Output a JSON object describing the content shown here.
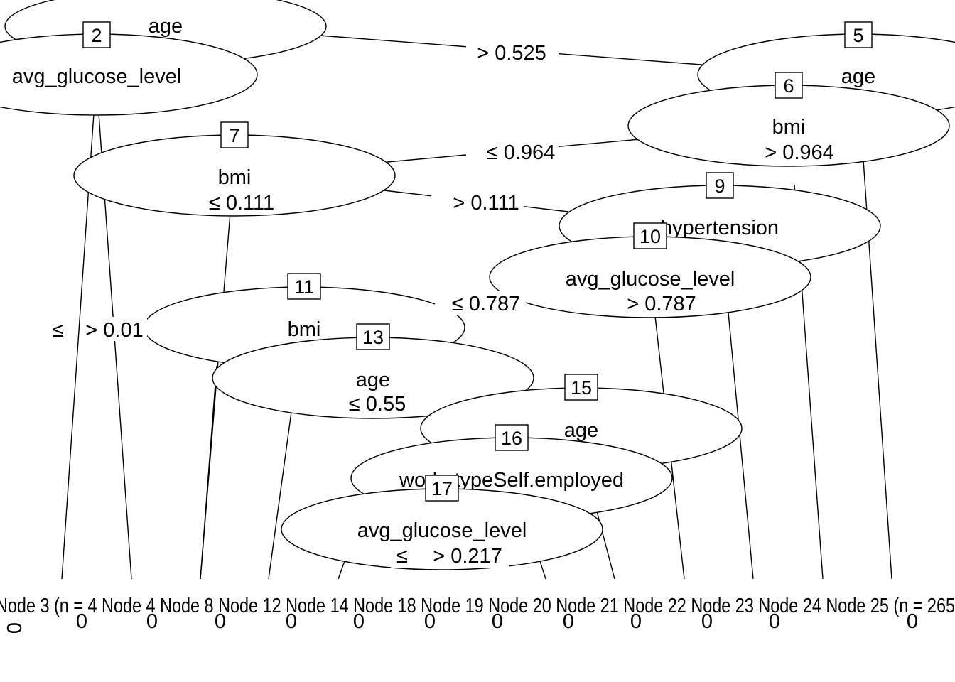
{
  "nodes": {
    "n1": {
      "label": "age"
    },
    "n2": {
      "id": "2",
      "label": "avg_glucose_level"
    },
    "n5": {
      "id": "5",
      "label": "age"
    },
    "n6": {
      "id": "6",
      "label": "bmi"
    },
    "n7": {
      "id": "7",
      "label": "bmi"
    },
    "n9": {
      "id": "9",
      "label": "hypertension"
    },
    "n10": {
      "id": "10",
      "label": "avg_glucose_level"
    },
    "n11": {
      "id": "11",
      "label": "bmi"
    },
    "n13": {
      "id": "13",
      "label": "age"
    },
    "n15": {
      "id": "15",
      "label": "age"
    },
    "n16": {
      "id": "16",
      "label": "work_typeSelf.employed"
    },
    "n17": {
      "id": "17",
      "label": "avg_glucose_level"
    }
  },
  "edge_labels": {
    "e1": "> 0.525",
    "e6a": "≤ 0.964",
    "e6b": "> 0.964",
    "e7a": "≤ 0.111",
    "e7b": "> 0.111",
    "e10a": "≤ 0.787",
    "e10b": "> 0.787",
    "e2a": "≤",
    "e2b": "> 0.01",
    "e13": "≤ 0.55",
    "e17a": "≤",
    "e17b": "> 0.217"
  },
  "terminals": {
    "label_text": "Node 3 (n = 4 Node 4 Node 8 Node 12 Node 14 Node 18 Node 19 Node 20 Node 21 Node 22 Node 23 Node 24 Node 25 (n = 265",
    "values": [
      "0",
      "0",
      "0",
      "0",
      "0",
      "0",
      "0",
      "0",
      "0",
      "0",
      "0",
      "0",
      "0"
    ]
  }
}
